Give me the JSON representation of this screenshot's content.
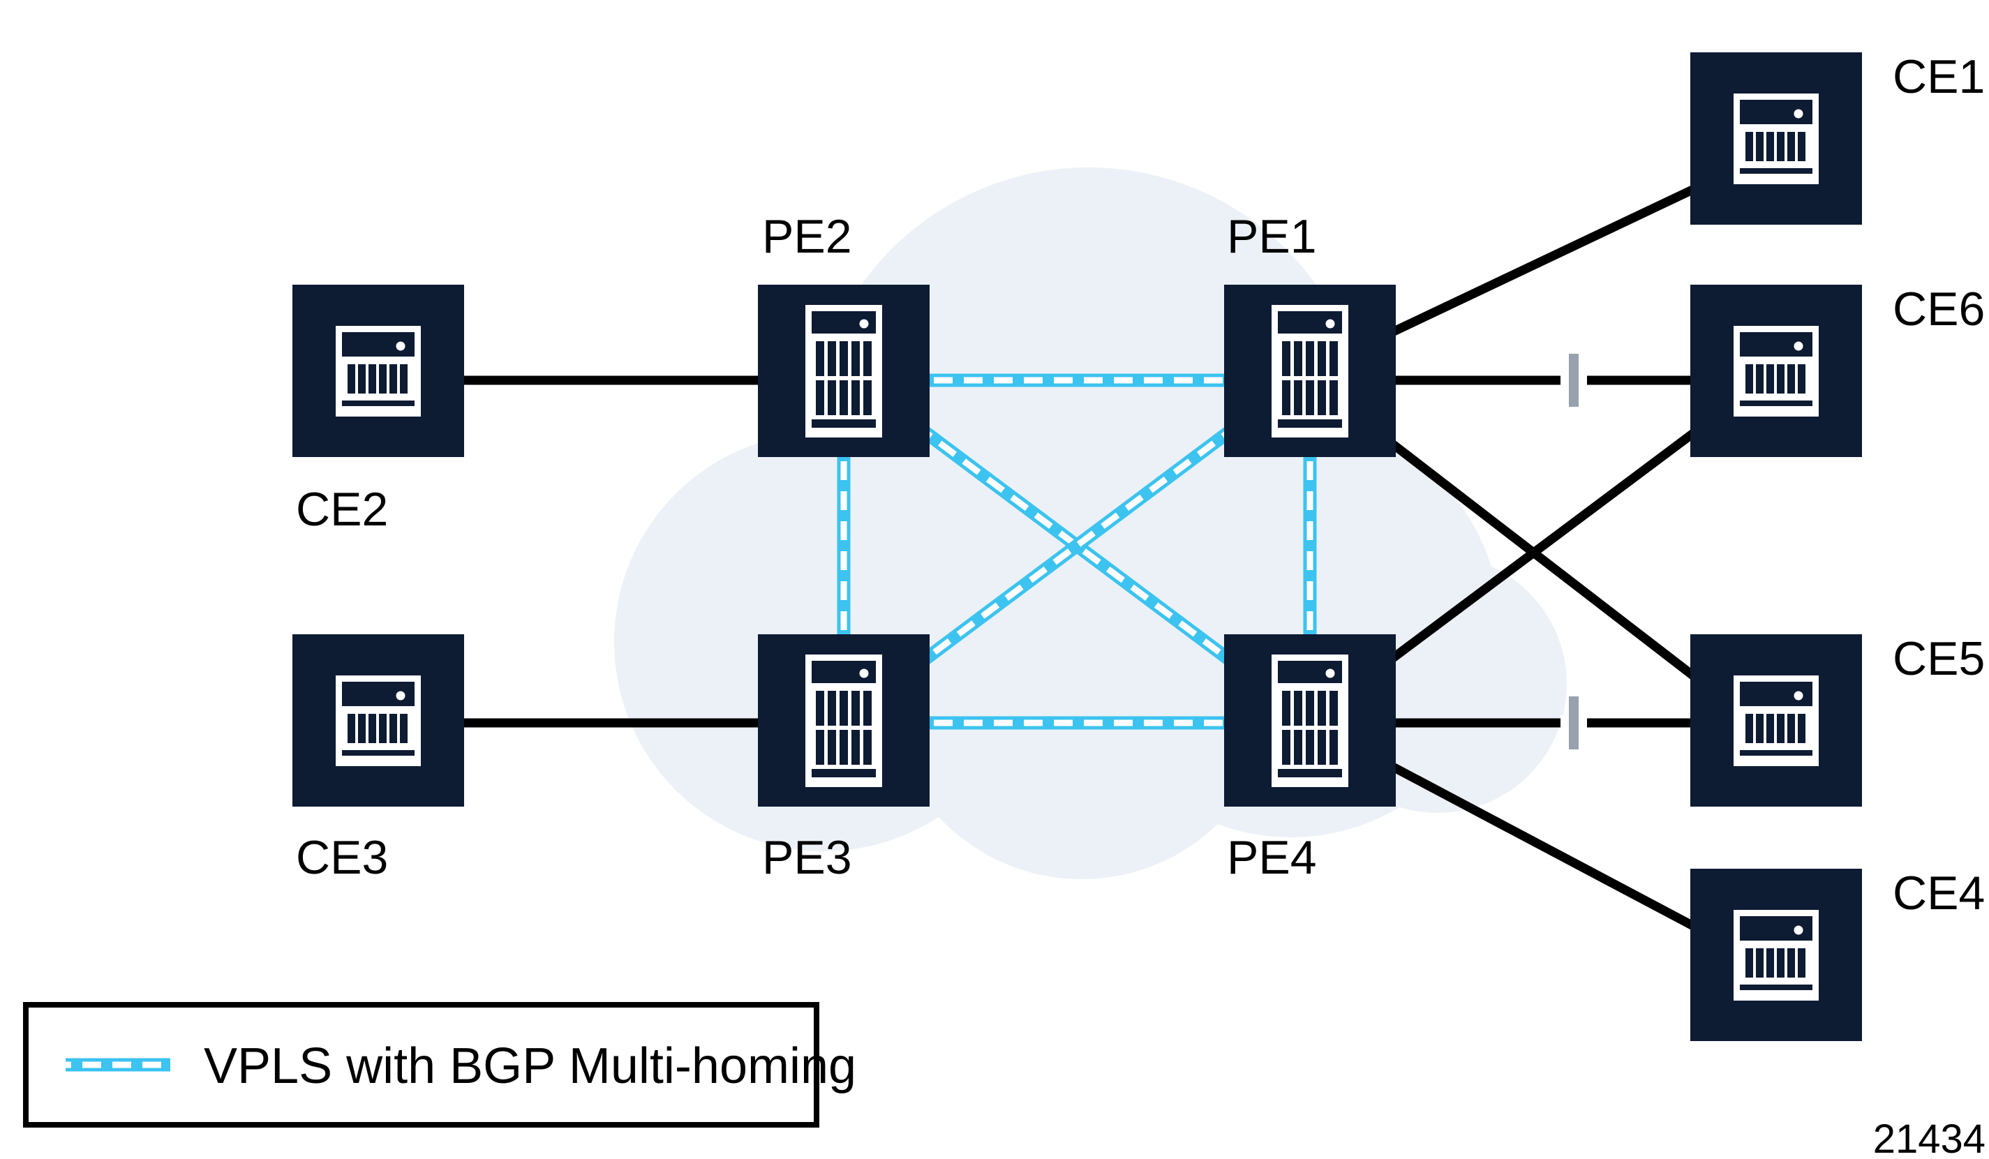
{
  "figure": {
    "number": "21434"
  },
  "legend": {
    "items": [
      {
        "label": "VPLS with BGP Multi-homing",
        "swatch": "vpls-dashed-line-sample"
      }
    ]
  },
  "colors": {
    "node_fill": "#0d1b33",
    "vpls_line": "#3cc3f0",
    "vpls_dash": "#ffffff",
    "access_link": "#000000",
    "link_marker": "#98a2ae",
    "cloud_fill": "#ebf1f7",
    "icon_stroke": "#ffffff",
    "label_text": "#000000"
  },
  "nodes": {
    "pe1": {
      "label": "PE1",
      "type": "pe-router",
      "label_pos": "above"
    },
    "pe2": {
      "label": "PE2",
      "type": "pe-router",
      "label_pos": "above"
    },
    "pe3": {
      "label": "PE3",
      "type": "pe-router",
      "label_pos": "below"
    },
    "pe4": {
      "label": "PE4",
      "type": "pe-router",
      "label_pos": "below"
    },
    "ce1": {
      "label": "CE1",
      "type": "ce-router",
      "label_pos": "right"
    },
    "ce2": {
      "label": "CE2",
      "type": "ce-router",
      "label_pos": "below"
    },
    "ce3": {
      "label": "CE3",
      "type": "ce-router",
      "label_pos": "below"
    },
    "ce4": {
      "label": "CE4",
      "type": "ce-router",
      "label_pos": "right"
    },
    "ce5": {
      "label": "CE5",
      "type": "ce-router",
      "label_pos": "right"
    },
    "ce6": {
      "label": "CE6",
      "type": "ce-router",
      "label_pos": "right"
    }
  },
  "links": {
    "vpls_mesh": [
      {
        "from": "PE2",
        "to": "PE1"
      },
      {
        "from": "PE3",
        "to": "PE4"
      },
      {
        "from": "PE2",
        "to": "PE3"
      },
      {
        "from": "PE1",
        "to": "PE4"
      },
      {
        "from": "PE2",
        "to": "PE4"
      },
      {
        "from": "PE1",
        "to": "PE3"
      }
    ],
    "access": [
      {
        "from": "CE2",
        "to": "PE2",
        "marker": false
      },
      {
        "from": "CE3",
        "to": "PE3",
        "marker": false
      },
      {
        "from": "PE1",
        "to": "CE1",
        "marker": false
      },
      {
        "from": "PE1",
        "to": "CE6",
        "marker": true
      },
      {
        "from": "PE1",
        "to": "CE5",
        "marker": false
      },
      {
        "from": "PE4",
        "to": "CE6",
        "marker": false
      },
      {
        "from": "PE4",
        "to": "CE5",
        "marker": true
      },
      {
        "from": "PE4",
        "to": "CE4",
        "marker": false
      }
    ]
  }
}
